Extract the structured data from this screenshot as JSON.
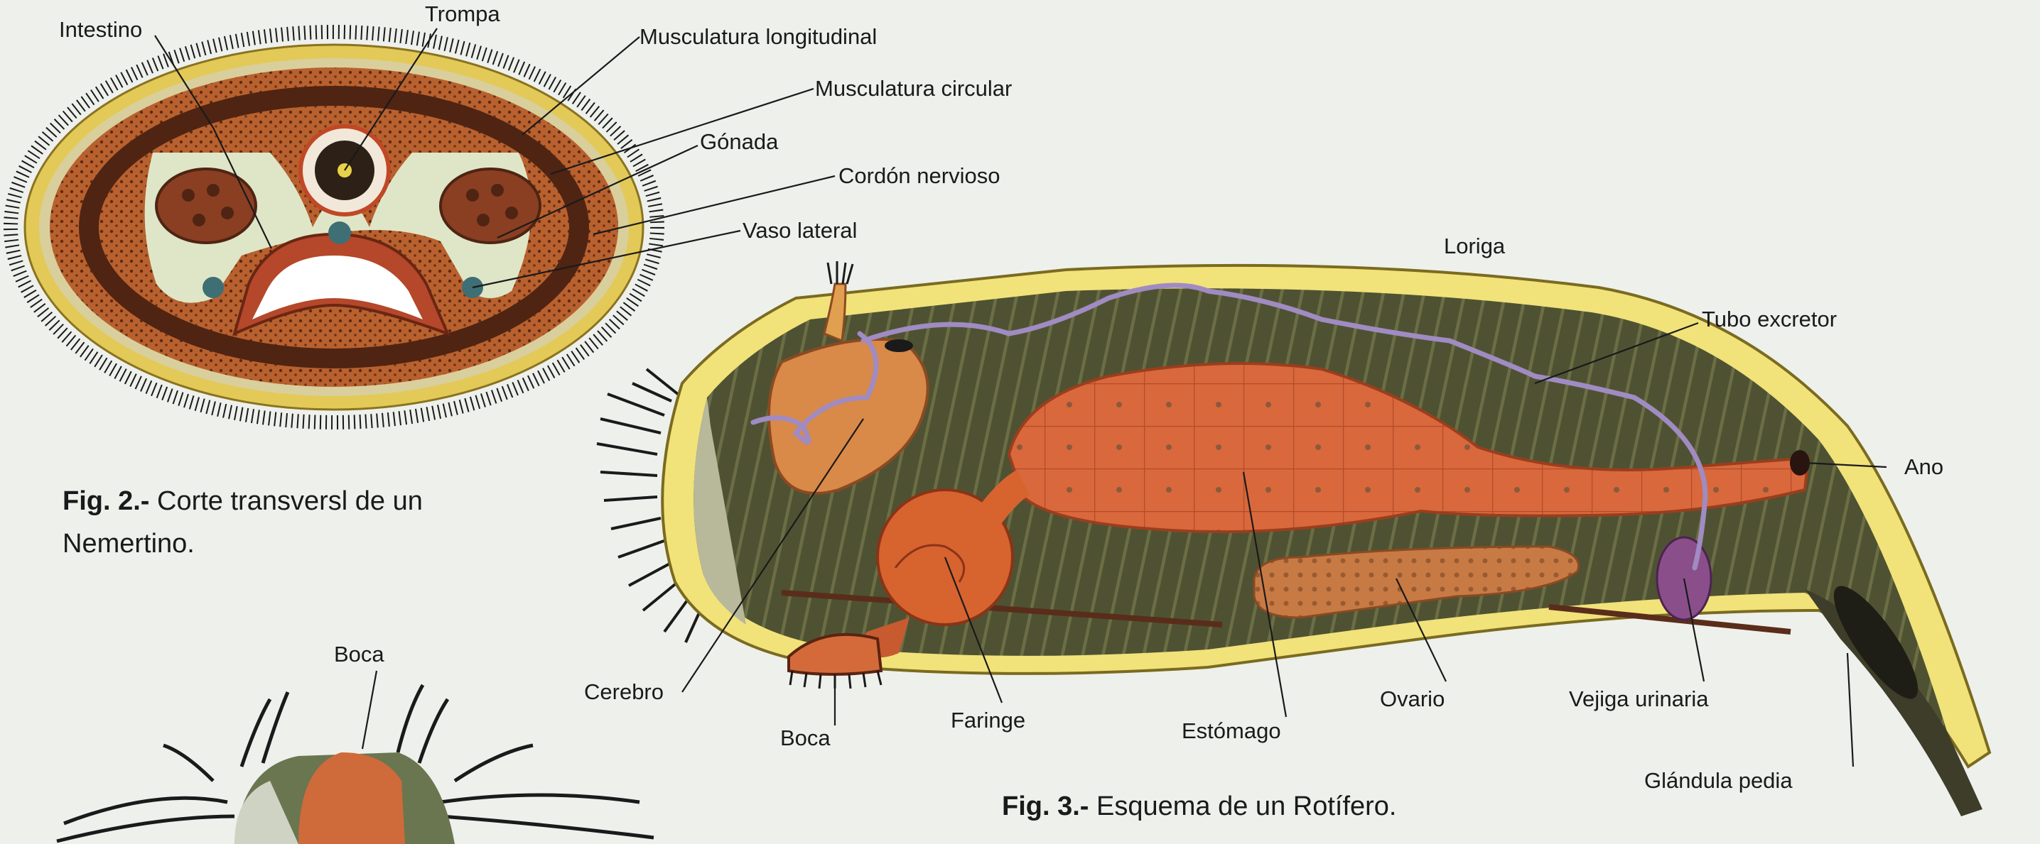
{
  "fig2": {
    "labels": {
      "intestino": "Intestino",
      "trompa": "Trompa",
      "musculatura_longitudinal": "Musculatura longitudinal",
      "musculatura_circular": "Musculatura circular",
      "gonada": "Gónada",
      "cordon_nervioso": "Cordón nervioso",
      "vaso_lateral": "Vaso lateral"
    },
    "caption_prefix": "Fig. 2.-",
    "caption_line1": " Corte transversl de un",
    "caption_line2": "Nemertino."
  },
  "fig3": {
    "labels": {
      "loriga": "Loriga",
      "tubo_excretor": "Tubo excretor",
      "ano": "Ano",
      "cerebro": "Cerebro",
      "boca": "Boca",
      "faringe": "Faringe",
      "estomago": "Estómago",
      "ovario": "Ovario",
      "vejiga_urinaria": "Vejiga urinaria",
      "glandula_pedia": "Glándula pedia"
    },
    "caption_prefix": "Fig. 3.-",
    "caption_text": " Esquema de un Rotífero."
  },
  "fig4_partial": {
    "labels": {
      "boca": "Boca"
    }
  },
  "colors": {
    "background": "#eef0ec",
    "cilia_yellow": "#e8c94a",
    "body_orange": "#d8643a",
    "muscle_dark": "#5a2a1a",
    "lorica_yellow": "#f1e27a",
    "excretory_purple": "#9d7fb8"
  }
}
